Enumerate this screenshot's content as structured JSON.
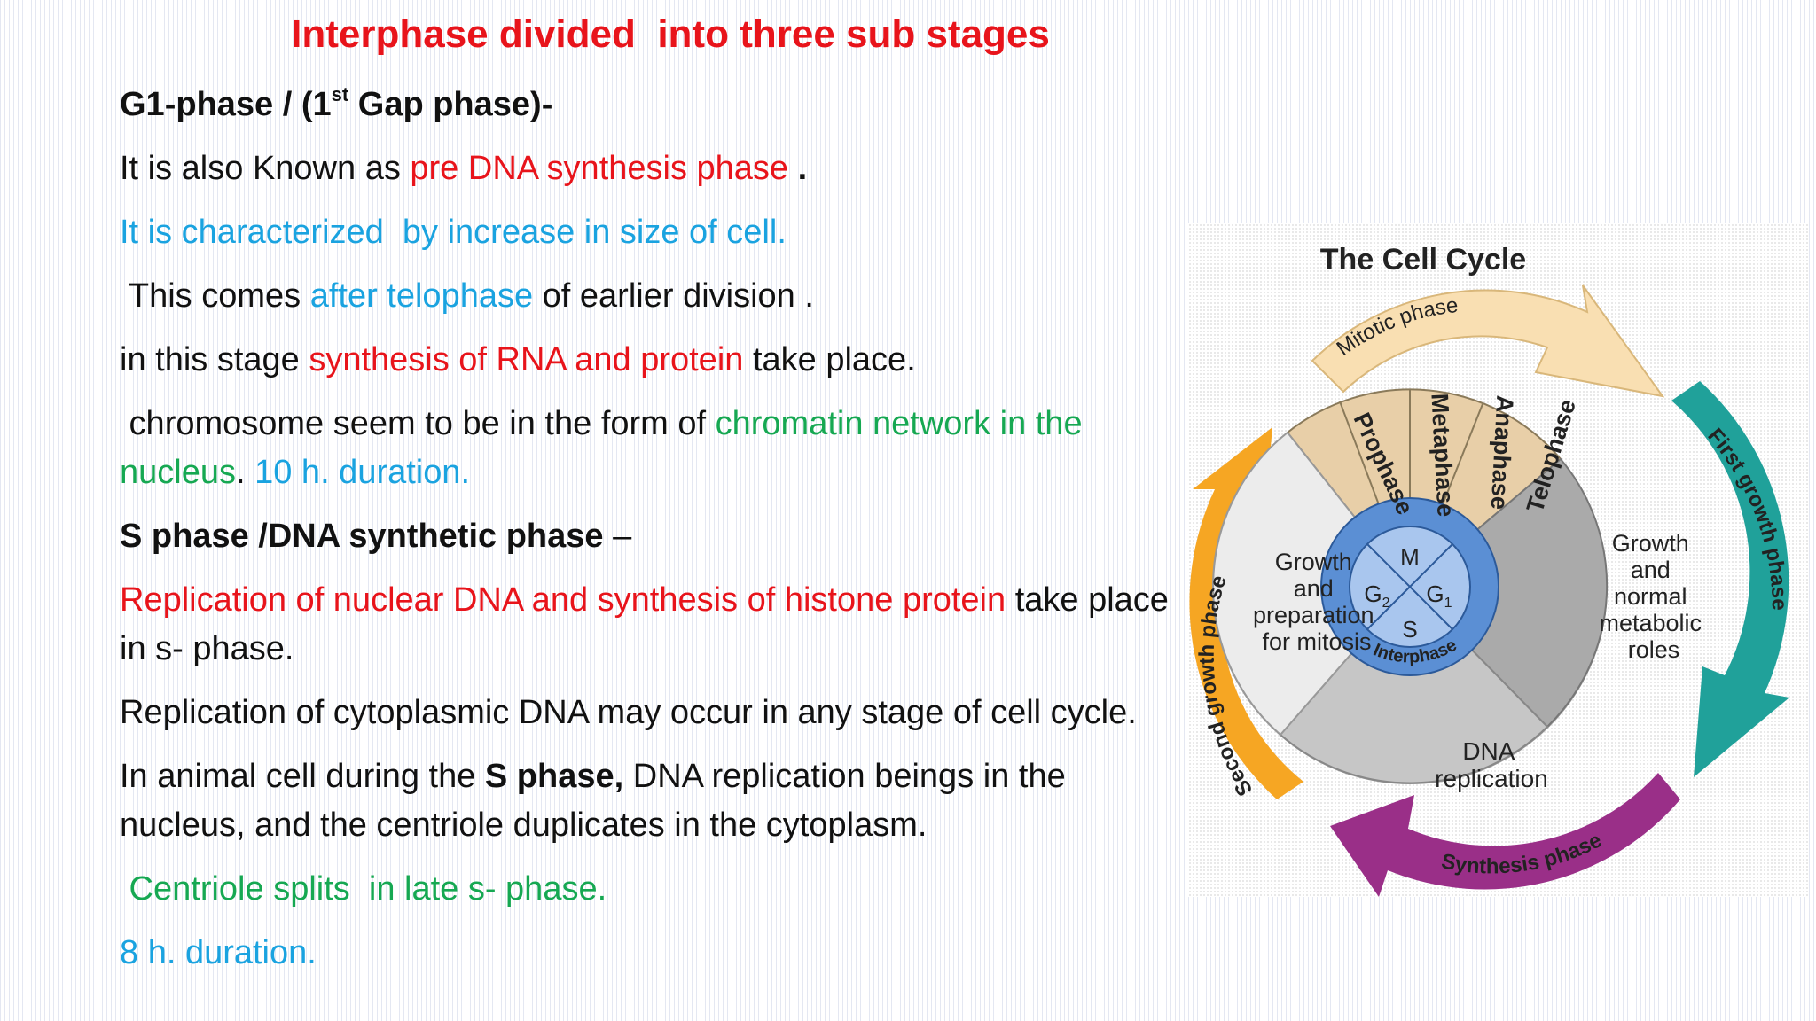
{
  "title": "Interphase divided  into three sub stages",
  "g1_heading": {
    "main": "G1-phase / (1",
    "sup": "st",
    "rest": " Gap phase)-"
  },
  "l1": {
    "a": "It is also Known as ",
    "b": "pre DNA synthesis phase",
    "c": " ."
  },
  "l2": "It is characterized  by increase in size of cell.",
  "l3": {
    "a": " This comes ",
    "b": "after telophase",
    "c": " of earlier division ."
  },
  "l4": {
    "a": "in this stage ",
    "b": "synthesis of RNA and protein",
    "c": " take place."
  },
  "l5": {
    "a": " chromosome seem to be in the form of ",
    "b": "chromatin network in the"
  },
  "l6": {
    "a": "nucleus",
    "b": ". ",
    "c": "10 h. duration."
  },
  "s_heading": {
    "main": "S phase /DNA synthetic phase",
    "rest": " –"
  },
  "l7": {
    "a": "Replication of nuclear DNA and synthesis of histone protein",
    "b": " take place"
  },
  "l8": "in s- phase.",
  "l9": "Replication of cytoplasmic DNA may occur in any stage of cell cycle.",
  "l10": {
    "a": "In animal cell during the ",
    "b": "S phase,",
    "c": " DNA replication beings in the"
  },
  "l11": "nucleus, and the centriole duplicates in the cytoplasm.",
  "l12": " Centriole splits  in late s- phase.",
  "l13": "8 h. duration.",
  "diagram": {
    "title": "The Cell Cycle",
    "arc_mitotic": "Mitotic phase",
    "arc_first": "First growth phase",
    "arc_synthesis": "Synthesis phase",
    "arc_second": "Second growth phase",
    "mitosis_stages": [
      "Prophase",
      "Metaphase",
      "Anaphase",
      "Telophase"
    ],
    "growth_prep": [
      "Growth",
      "and",
      "preparation",
      "for mitosis"
    ],
    "growth_normal": [
      "Growth",
      "and",
      "normal",
      "metabolic",
      "roles"
    ],
    "dna": [
      "DNA",
      "replication"
    ],
    "center": {
      "m": "M",
      "g2": "G",
      "g2_sub": "2",
      "g1": "G",
      "g1_sub": "1",
      "s": "S"
    },
    "interphase": "Interphase",
    "colors": {
      "mitotic": "#f9dfb2",
      "first": "#20a19a",
      "synthesis": "#9a2f88",
      "second": "#f6a623"
    }
  }
}
